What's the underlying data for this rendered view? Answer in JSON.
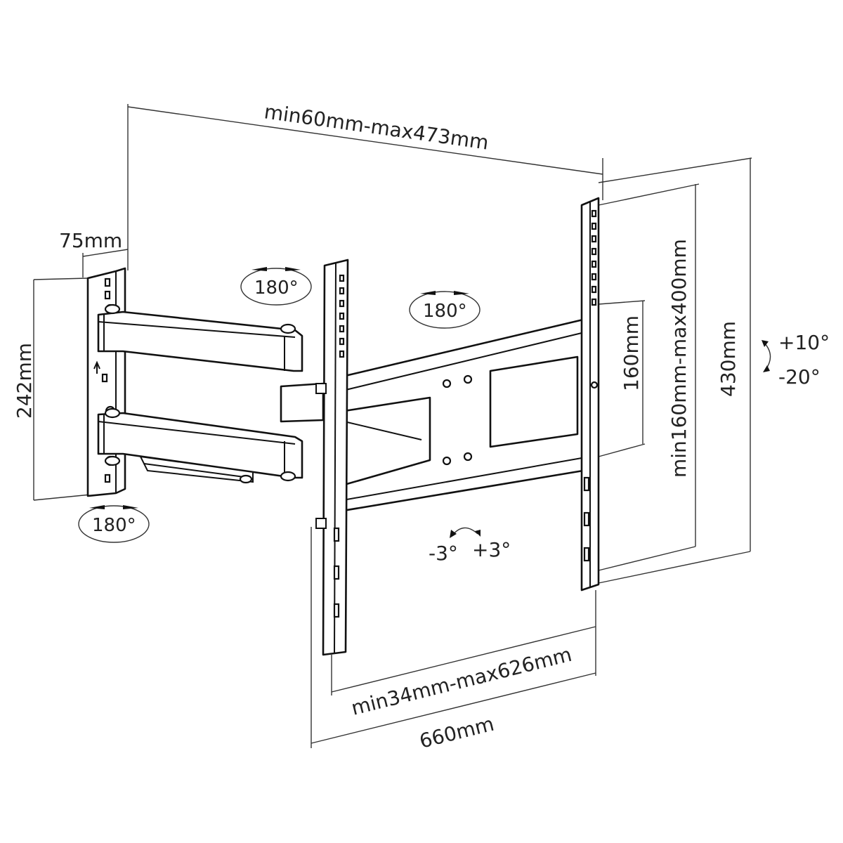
{
  "dimensions": {
    "depth": "min60mm-max473mm",
    "wall_plate_width": "75mm",
    "wall_plate_height": "242mm",
    "vesa_vertical": "min160mm-max400mm",
    "vesa_vertical_min": "160mm",
    "tv_bracket_height": "430mm",
    "vesa_horizontal": "min34mm-max626mm",
    "tv_bracket_width": "660mm"
  },
  "rotation": {
    "wall_swivel": "180°",
    "arm_swivel": "180°",
    "bracket_swivel": "180°"
  },
  "tilt": {
    "up": "+10°",
    "down": "-20°"
  },
  "level": {
    "left": "-3°",
    "right": "+3°"
  },
  "icons": [
    "rotation-arrow-icon",
    "tilt-arrow-icon",
    "level-arrow-icon"
  ]
}
